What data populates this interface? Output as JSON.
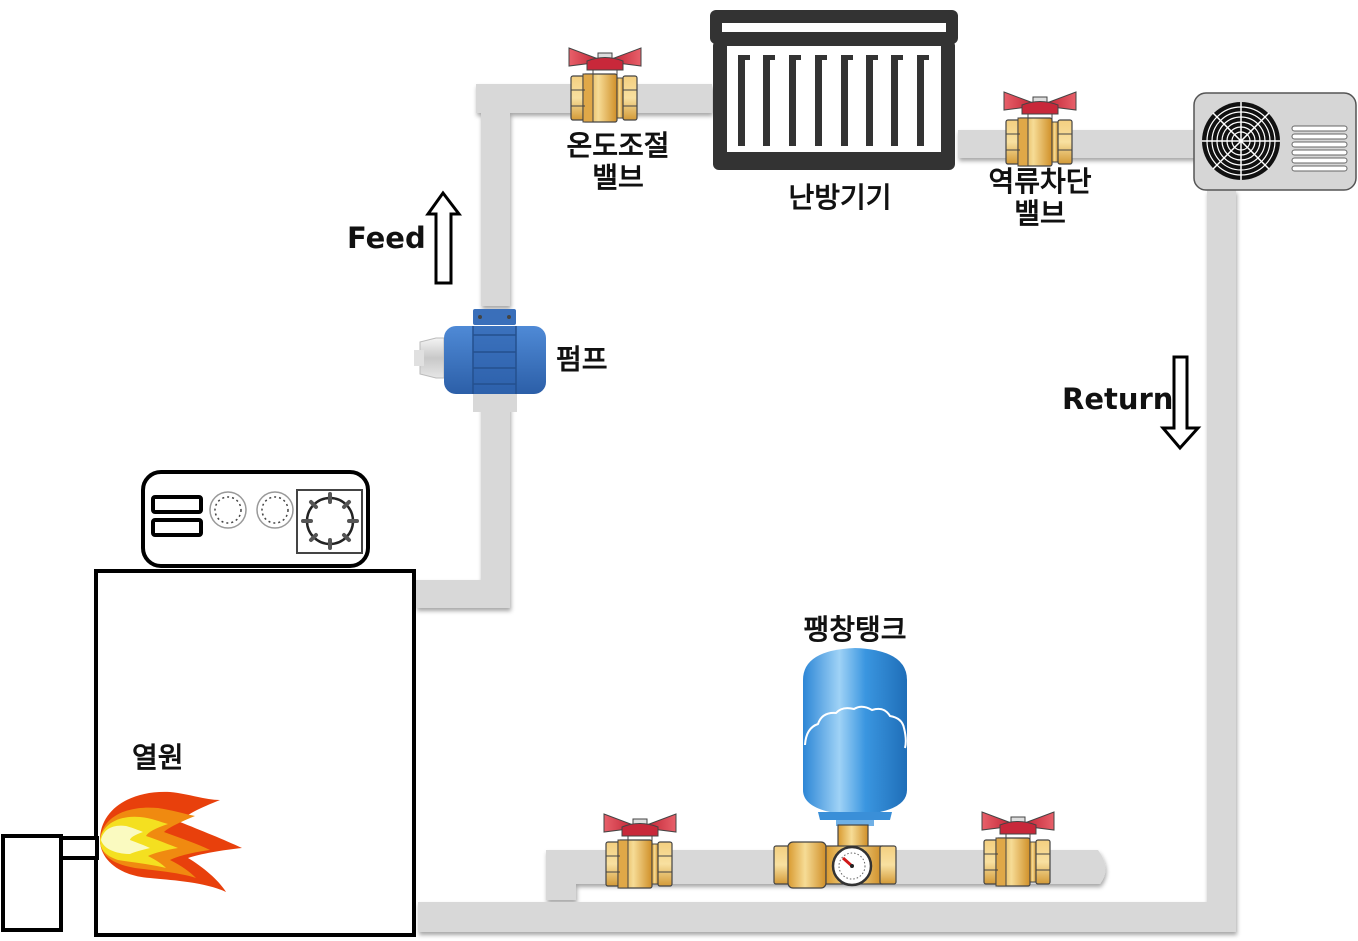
{
  "diagram": {
    "type": "hydronic heating circuit",
    "colors": {
      "pipe": "#d8d8d8",
      "pipe_shadow": "#b5b5b5",
      "outline": "#000000",
      "pump_blue": "#3a74c4",
      "tank_blue": "#3e96e0",
      "valve_brass": "#e8b860",
      "valve_handle": "#c8283a",
      "radiator_dark": "#333333",
      "outdoor_unit": "#d6d6d6",
      "flame_outer": "#e8400c",
      "flame_mid": "#f08a10",
      "flame_inner": "#f8e020"
    },
    "labels": {
      "temp_valve_line1": "온도조절",
      "temp_valve_line2": "밸브",
      "radiator": "난방기기",
      "check_valve_line1": "역류차단",
      "check_valve_line2": "밸브",
      "feed": "Feed",
      "pump": "펌프",
      "return": "Return",
      "expansion_tank": "팽창탱크",
      "heat_source": "열원"
    },
    "components": [
      {
        "id": "heat-source",
        "icon": "boiler-icon"
      },
      {
        "id": "burner",
        "icon": "flame-icon"
      },
      {
        "id": "control-panel",
        "icon": "control-panel-icon"
      },
      {
        "id": "pump",
        "icon": "pump-icon"
      },
      {
        "id": "temp-control-valve",
        "icon": "ball-valve-icon"
      },
      {
        "id": "radiator",
        "icon": "radiator-icon"
      },
      {
        "id": "check-valve",
        "icon": "ball-valve-icon"
      },
      {
        "id": "outdoor-unit",
        "icon": "fan-unit-icon"
      },
      {
        "id": "expansion-tank",
        "icon": "expansion-tank-icon"
      },
      {
        "id": "bottom-valve-left",
        "icon": "ball-valve-icon"
      },
      {
        "id": "bottom-valve-right",
        "icon": "ball-valve-icon"
      },
      {
        "id": "feed-arrow",
        "icon": "arrow-up-icon"
      },
      {
        "id": "return-arrow",
        "icon": "arrow-down-icon"
      }
    ]
  }
}
